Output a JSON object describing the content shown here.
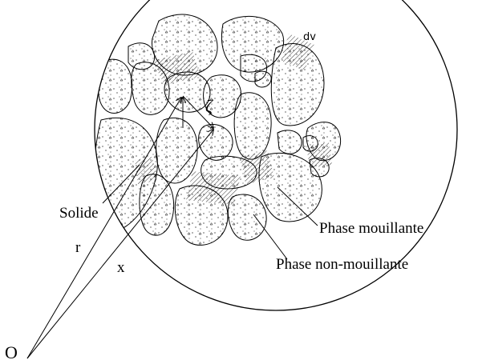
{
  "labels": {
    "origin": "O",
    "r": "r",
    "x": "x",
    "solid": "Solide",
    "zeta": "ζ",
    "dv": "dv",
    "wetting_phase": "Phase mouillante",
    "non_wetting_phase": "Phase non-mouillante"
  },
  "colors": {
    "ink": "#000000",
    "background": "#ffffff"
  }
}
